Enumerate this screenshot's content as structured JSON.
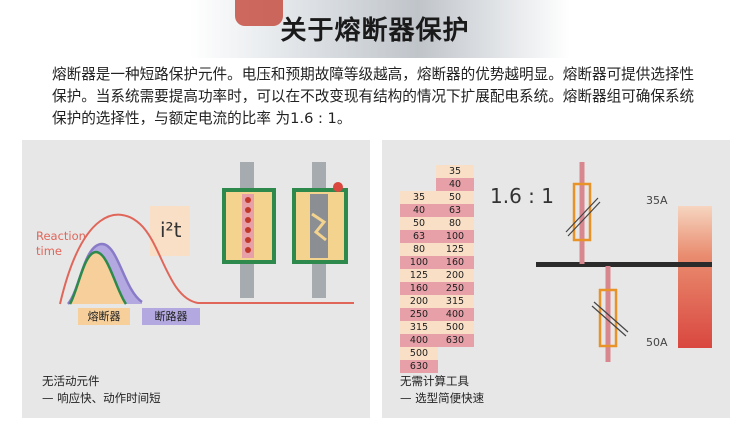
{
  "title": "关于熔断器保护",
  "intro": "熔断器是一种短路保护元件。电压和预期故障等级越高，熔断器的优势越明显。熔断器可提供选择性保护。当系统需要提高功率时，可以在不改变现有结构的情况下扩展配电系统。熔断器组可确保系统保护的选择性，与额定电流的比率 为1.6 : 1。",
  "left_panel": {
    "reaction_label_line1": "Reaction",
    "reaction_label_line2": "time",
    "i2t_label": "i²t",
    "legend_fuse": "熔断器",
    "legend_breaker": "断路器",
    "note_line1": "无活动元件",
    "note_line2": "— 响应快、动作时间短"
  },
  "right_panel": {
    "ratio": "1.6 : 1",
    "left_column": [
      "35",
      "40",
      "50",
      "63",
      "80",
      "100",
      "125",
      "160",
      "200",
      "250",
      "315",
      "400",
      "500",
      "630"
    ],
    "right_column": [
      "35",
      "40",
      "50",
      "63",
      "80",
      "100",
      "125",
      "160",
      "200",
      "250",
      "315",
      "400",
      "500",
      "630"
    ],
    "upper_rating": "35A",
    "lower_rating": "50A",
    "note_line1": "无需计算工具",
    "note_line2": "— 选型简便快速"
  },
  "colors": {
    "pink_row": "#e8a0a8",
    "peach_row": "#f9dfc5",
    "curve_red": "#e0665a",
    "fuse_green": "#2d8a4c",
    "breaker_purple": "#8a7bc8",
    "fuse_fill": "#f6cf9a",
    "bar_red": "#d9473f"
  }
}
